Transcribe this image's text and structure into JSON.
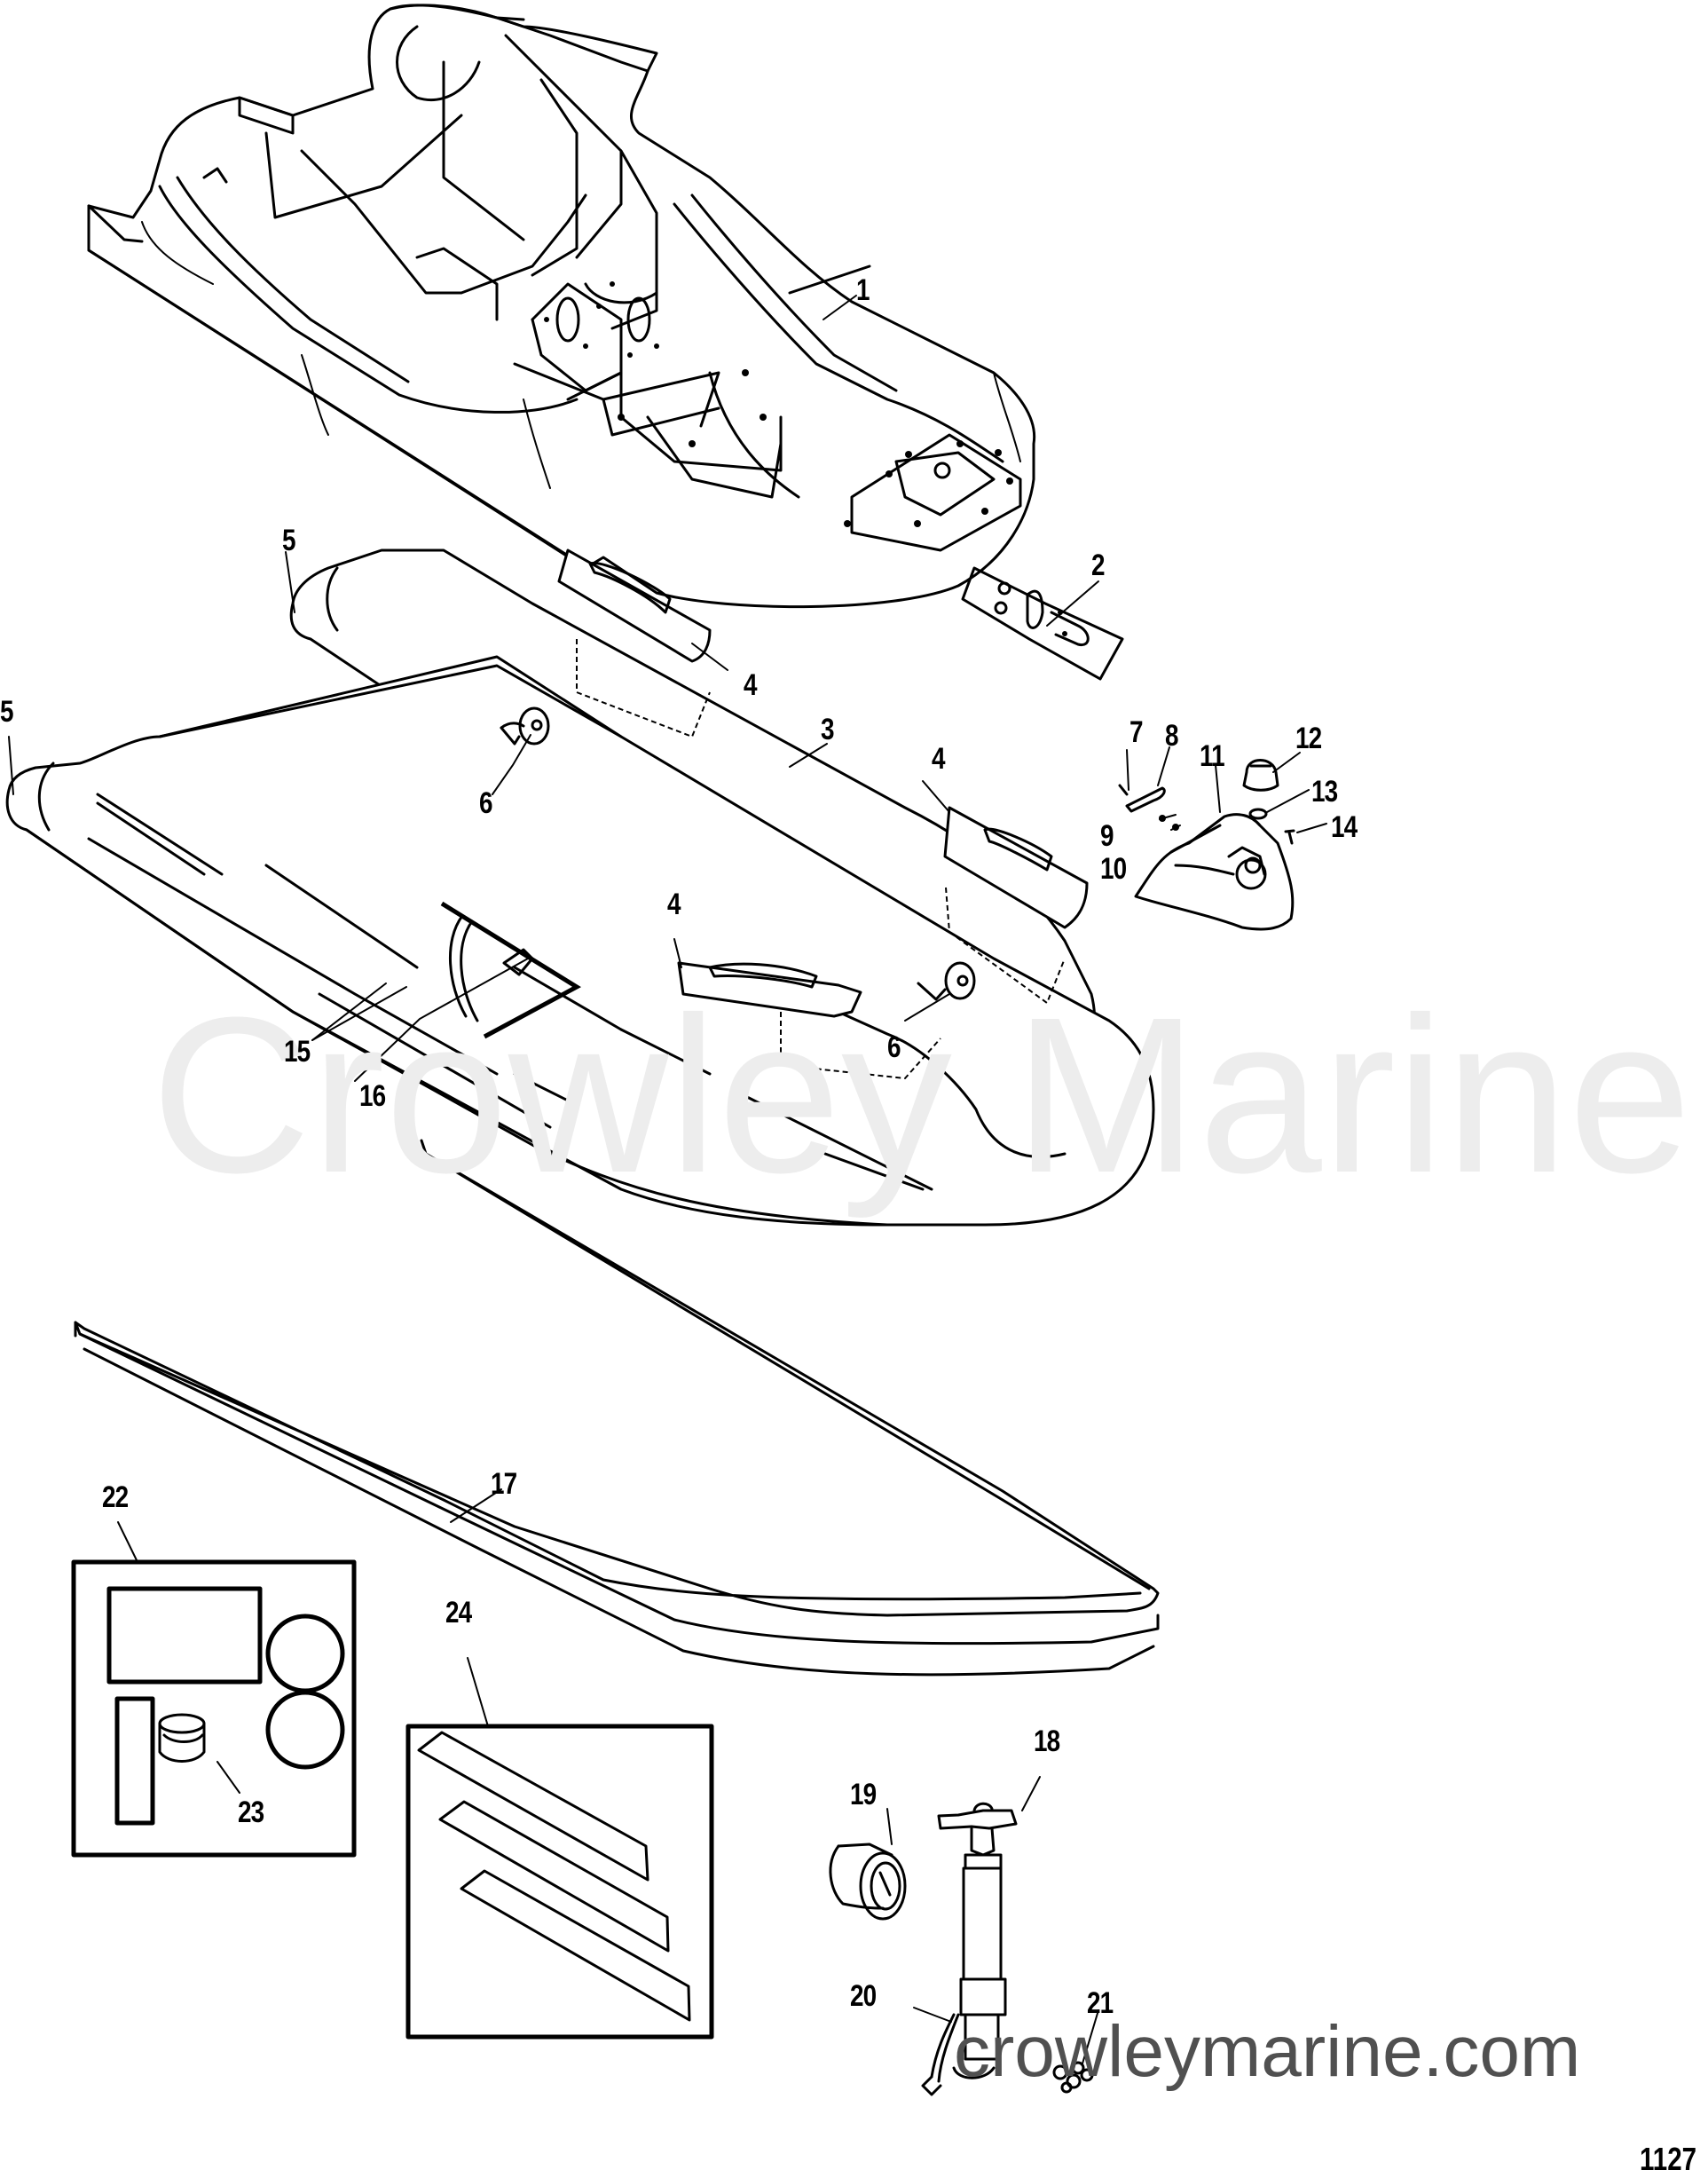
{
  "diagram": {
    "title": "Inflatable boat hull exploded parts diagram",
    "figure_number": "1127",
    "watermarks": {
      "main": "Crowley Marine",
      "url": "crowleymarine.com"
    },
    "callouts": [
      {
        "id": "1",
        "label": "1",
        "part": "hull-floor-insert"
      },
      {
        "id": "2",
        "label": "2",
        "part": "transom-plate"
      },
      {
        "id": "3",
        "label": "3",
        "part": "inflatable-tube"
      },
      {
        "id": "4a",
        "label": "4",
        "part": "grab-handle"
      },
      {
        "id": "4b",
        "label": "4",
        "part": "grab-handle"
      },
      {
        "id": "4c",
        "label": "4",
        "part": "grab-handle"
      },
      {
        "id": "5a",
        "label": "5",
        "part": "tube-end-cone"
      },
      {
        "id": "5b",
        "label": "5",
        "part": "tube-end-cone"
      },
      {
        "id": "6a",
        "label": "6",
        "part": "valve"
      },
      {
        "id": "6b",
        "label": "6",
        "part": "valve"
      },
      {
        "id": "7",
        "label": "7",
        "part": "screw"
      },
      {
        "id": "8",
        "label": "8",
        "part": "cleat"
      },
      {
        "id": "9",
        "label": "9",
        "part": "washer"
      },
      {
        "id": "10",
        "label": "10",
        "part": "nut"
      },
      {
        "id": "11",
        "label": "11",
        "part": "bow-cover"
      },
      {
        "id": "12",
        "label": "12",
        "part": "cap"
      },
      {
        "id": "13",
        "label": "13",
        "part": "o-ring"
      },
      {
        "id": "14",
        "label": "14",
        "part": "screw"
      },
      {
        "id": "15",
        "label": "15",
        "part": "pressure-relief-seam"
      },
      {
        "id": "16",
        "label": "16",
        "part": "decal"
      },
      {
        "id": "17",
        "label": "17",
        "part": "rub-strake"
      },
      {
        "id": "18",
        "label": "18",
        "part": "hand-pump"
      },
      {
        "id": "19",
        "label": "19",
        "part": "pressure-gauge"
      },
      {
        "id": "20",
        "label": "20",
        "part": "pump-hose"
      },
      {
        "id": "21",
        "label": "21",
        "part": "valve-adapters"
      },
      {
        "id": "22",
        "label": "22",
        "part": "repair-kit"
      },
      {
        "id": "23",
        "label": "23",
        "part": "adhesive"
      },
      {
        "id": "24",
        "label": "24",
        "part": "decal-kit"
      }
    ]
  }
}
